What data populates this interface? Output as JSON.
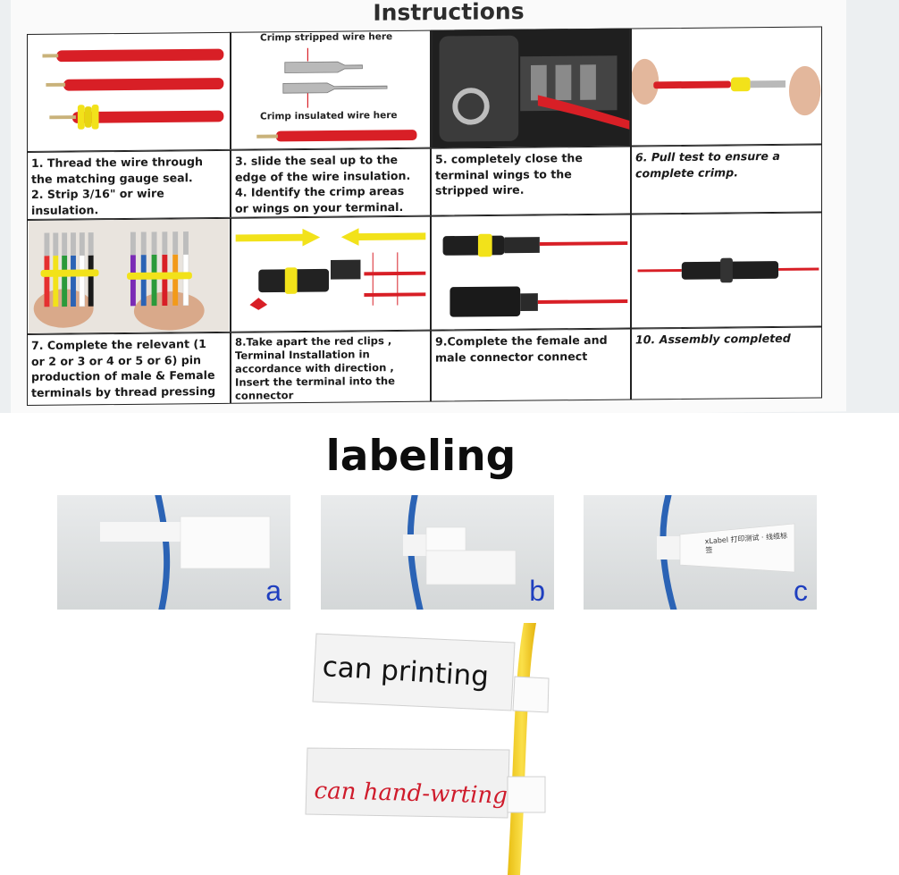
{
  "instructions": {
    "title": "Instructions",
    "photo_captions": {
      "crimp_stripped": "Crimp stripped wire here",
      "crimp_insulated": "Crimp insulated wire here"
    },
    "steps_row1": [
      "1. Thread the wire through\nthe matching gauge seal.\n2. Strip 3/16\" or wire\ninsulation.",
      "3. slide the seal up to the\nedge of the wire insulation.\n4. Identify the crimp areas\nor wings on your terminal.",
      "5. completely close the\nterminal wings to the\nstripped wire.",
      "6. Pull test to ensure a\ncomplete crimp."
    ],
    "steps_row2": [
      "7. Complete the relevant (1\nor 2 or 3 or 4 or 5 or 6) pin\nproduction of male & Female\nterminals by thread pressing",
      "8.Take apart the red clips ,\nTerminal Installation in\naccordance with direction ,\nInsert the terminal into the\nconnector",
      "9.Complete the female and\nmale connector connect",
      "10. Assembly completed"
    ]
  },
  "labeling": {
    "heading": "labeling",
    "steps": [
      "a",
      "b",
      "c"
    ],
    "tag_c_text": "xLabel 打印测试 · 线缆标签",
    "print_tag": "can printing",
    "hand_tag": "can hand-wrting"
  },
  "colors": {
    "wire_red": "#d81f26",
    "seal_yellow": "#f2e21a",
    "wire_blue": "#2b63b5",
    "wire_yellow": "#f7d31e",
    "letter_blue": "#1f3fbf",
    "hand_red": "#cf1b2b"
  }
}
